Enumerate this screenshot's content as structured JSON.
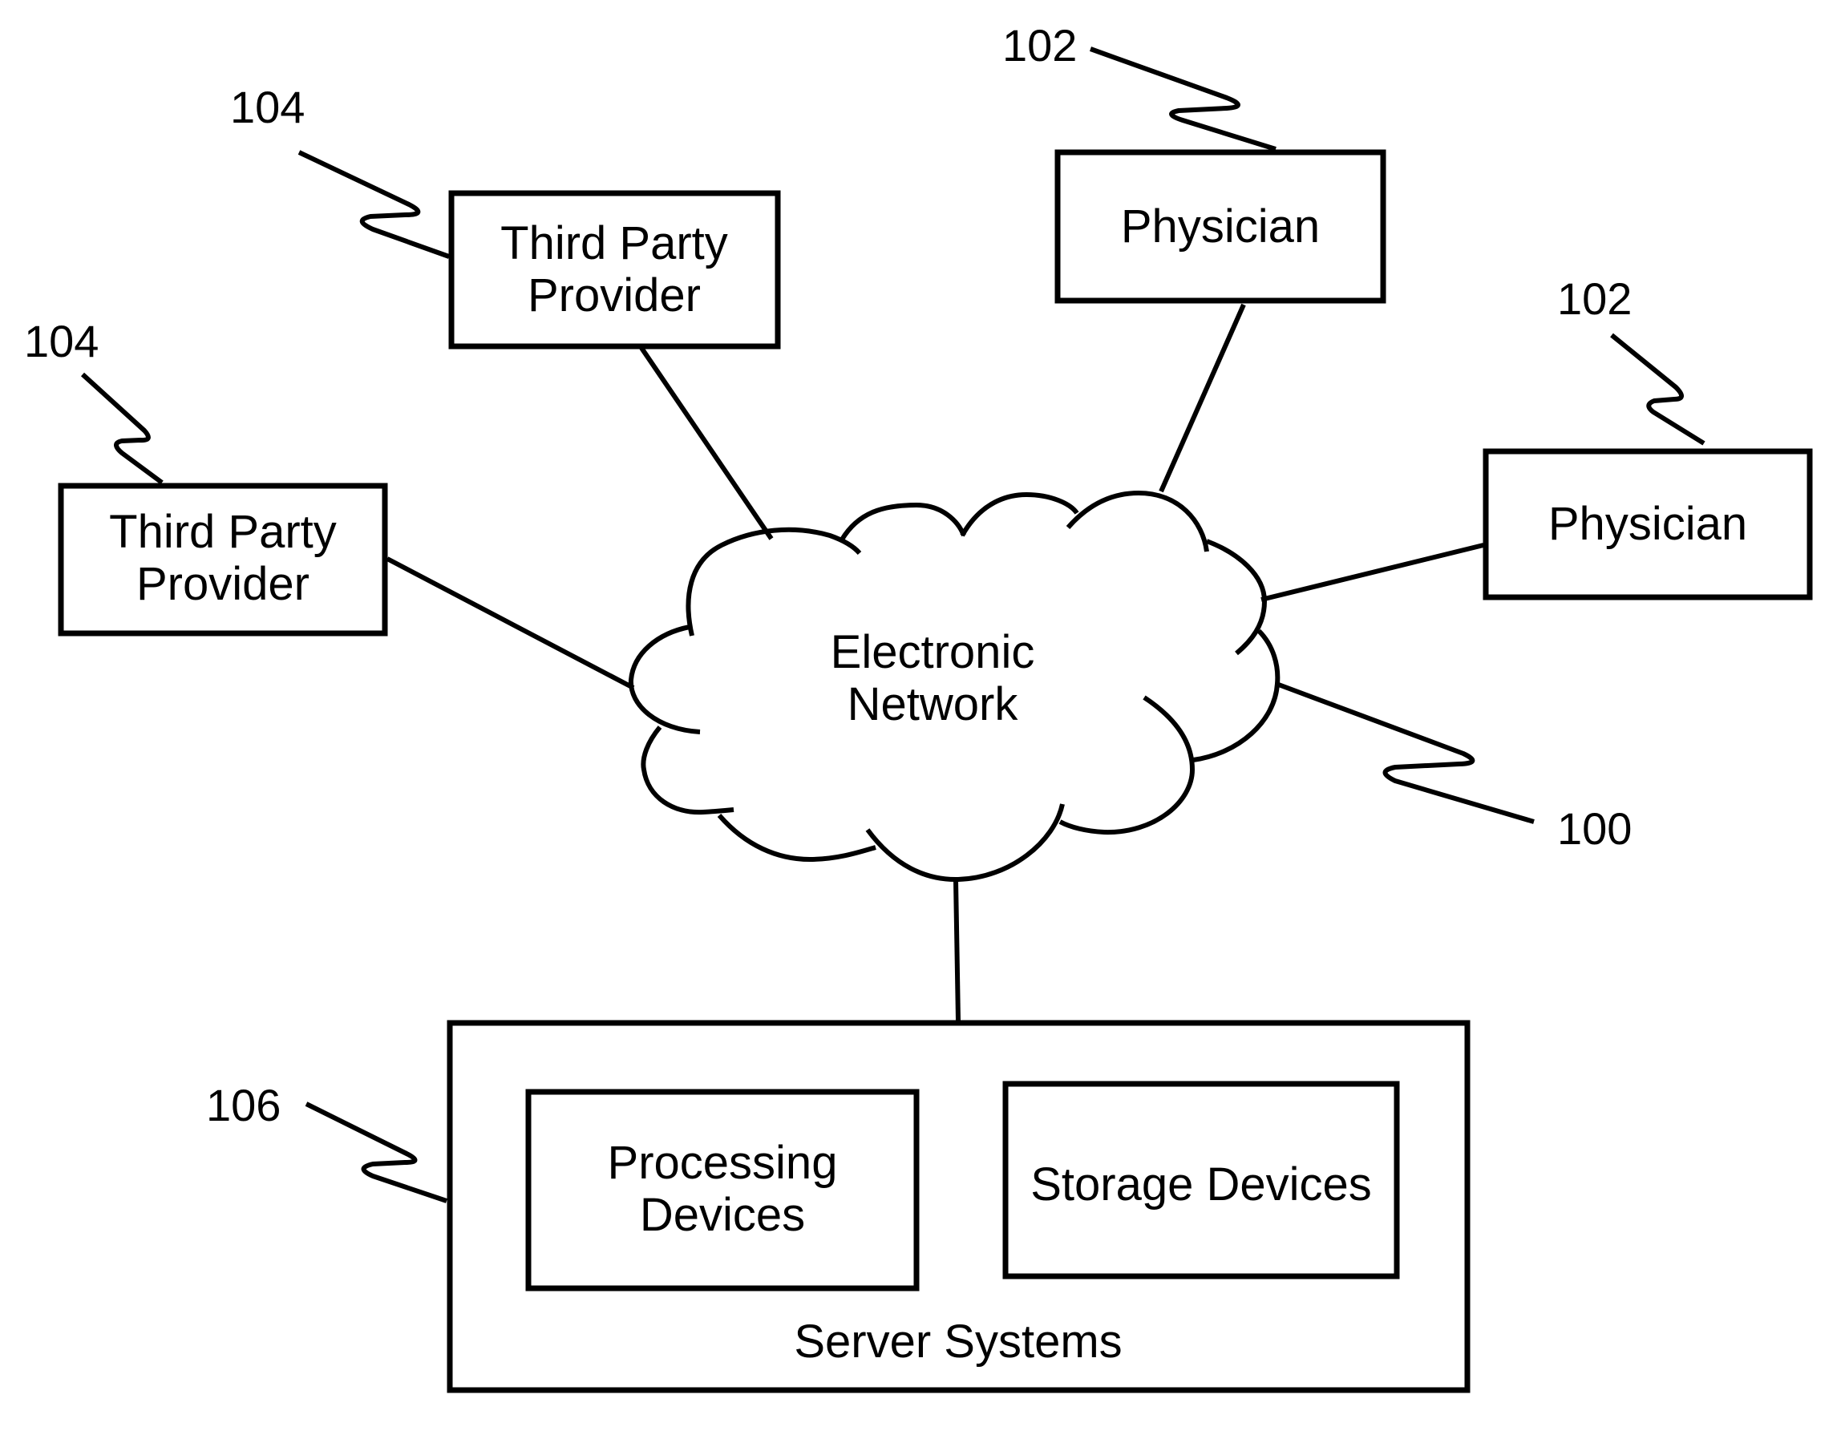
{
  "figure": {
    "network": {
      "name": "Electronic Network",
      "label_lines": [
        "Electronic",
        "Network"
      ],
      "ref": "100"
    },
    "providers": [
      {
        "label_lines": [
          "Third Party",
          "Provider"
        ],
        "ref": "104"
      },
      {
        "label_lines": [
          "Third Party",
          "Provider"
        ],
        "ref": "104"
      }
    ],
    "physicians": [
      {
        "label": "Physician",
        "ref": "102"
      },
      {
        "label": "Physician",
        "ref": "102"
      }
    ],
    "server": {
      "label": "Server Systems",
      "ref": "106",
      "components": [
        {
          "label_lines": [
            "Processing",
            "Devices"
          ]
        },
        {
          "label_lines": [
            "Storage Devices"
          ]
        }
      ]
    },
    "connections": [
      [
        "providers.0",
        "network"
      ],
      [
        "providers.1",
        "network"
      ],
      [
        "physicians.0",
        "network"
      ],
      [
        "physicians.1",
        "network"
      ],
      [
        "network",
        "server"
      ]
    ],
    "colors": {
      "ink": "#000000",
      "paper": "#ffffff"
    }
  }
}
